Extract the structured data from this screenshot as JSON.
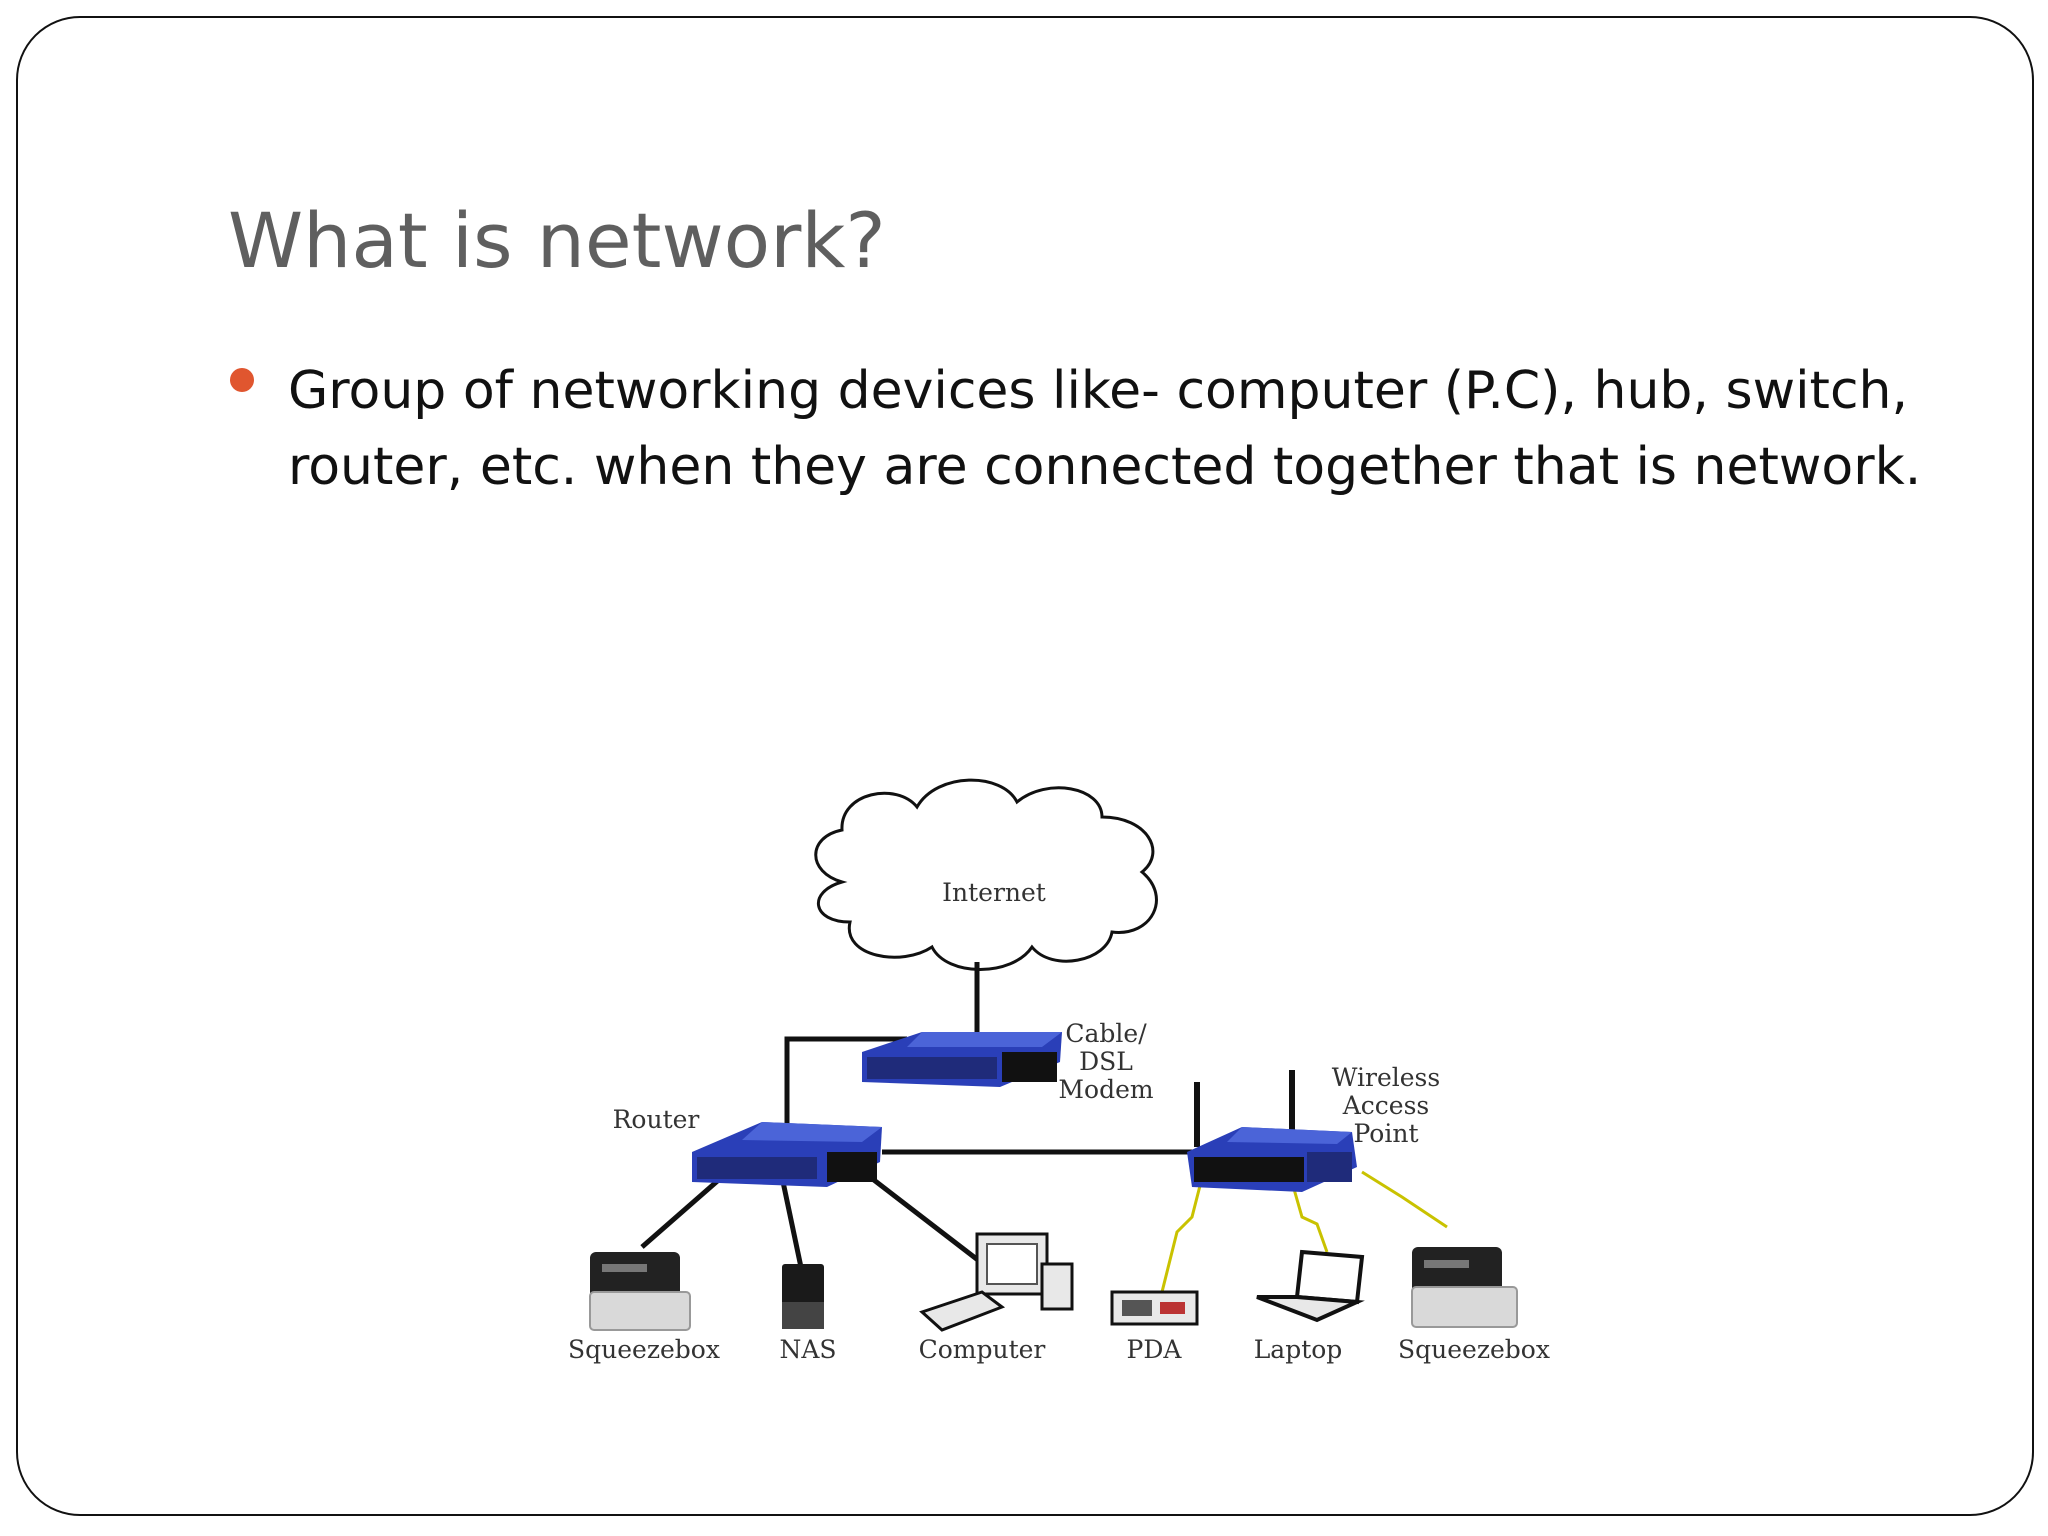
{
  "slide": {
    "title": "What is network?",
    "bullet": " Group of networking devices like- computer (P.C), hub, switch, router, etc. when they are connected together that is network.",
    "bullet_color": "#e0562f"
  },
  "diagram": {
    "cloud_label": "Internet",
    "modem_label": [
      "Cable/",
      "DSL",
      "Modem"
    ],
    "router_label": "Router",
    "wap_label": [
      "Wireless",
      "Access",
      "Point"
    ],
    "devices": [
      "Squeezebox",
      "NAS",
      "Computer",
      "PDA",
      "Laptop",
      "Squeezebox"
    ]
  }
}
